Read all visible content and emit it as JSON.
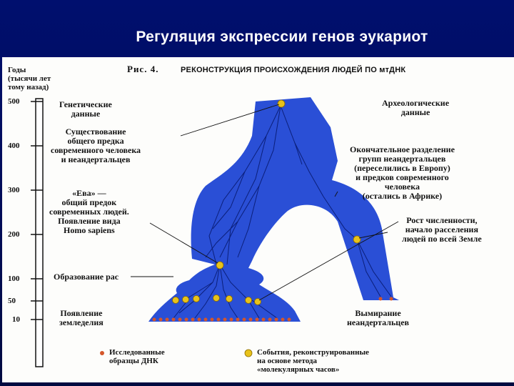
{
  "slide": {
    "title": "Регуляция экспрессии генов эукариот"
  },
  "figure": {
    "number": "Рис. 4.",
    "title": "РЕКОНСТРУКЦИЯ ПРОИСХОЖДЕНИЯ ЛЮДЕЙ ПО мтДНК",
    "axis_title": [
      "Годы",
      "(тысячи лет",
      "тому назад)"
    ],
    "axis_ticks": [
      "500",
      "400",
      "300",
      "200",
      "100",
      "50",
      "10"
    ],
    "left_labels": {
      "genetic": [
        "Генетические",
        "данные"
      ],
      "ancestor": [
        "Существование",
        "общего предка",
        "современного человека",
        "и неандертальцев"
      ],
      "eve": [
        "«Ева» —",
        "общий предок",
        "современных людей.",
        "Появление вида",
        "Homo sapiens"
      ],
      "races": [
        "Образование рас"
      ],
      "agriculture": [
        "Появление",
        "земледелия"
      ]
    },
    "right_labels": {
      "archaeo": [
        "Археологические",
        "данные"
      ],
      "separation": [
        "Окончательное разделение",
        "групп неандертальцев",
        "(переселились в Европу)",
        "и предков современного",
        "человека",
        "(остались в Африке)"
      ],
      "growth": [
        "Рост численности,",
        "начало расселения",
        "людей по всей Земле"
      ],
      "extinction": [
        "Вымирание",
        "неандертальцев"
      ]
    },
    "legend": {
      "dna_samples": [
        "Исследованные",
        "образцы ДНК"
      ],
      "events": [
        "События, реконструированные",
        "на основе метода",
        "«молекулярных часов»"
      ]
    },
    "colors": {
      "tree": "#2a4fd6",
      "branch": "#0b1f7a",
      "event_dot": "#e8c21a",
      "dna_dot": "#d4562a"
    }
  }
}
